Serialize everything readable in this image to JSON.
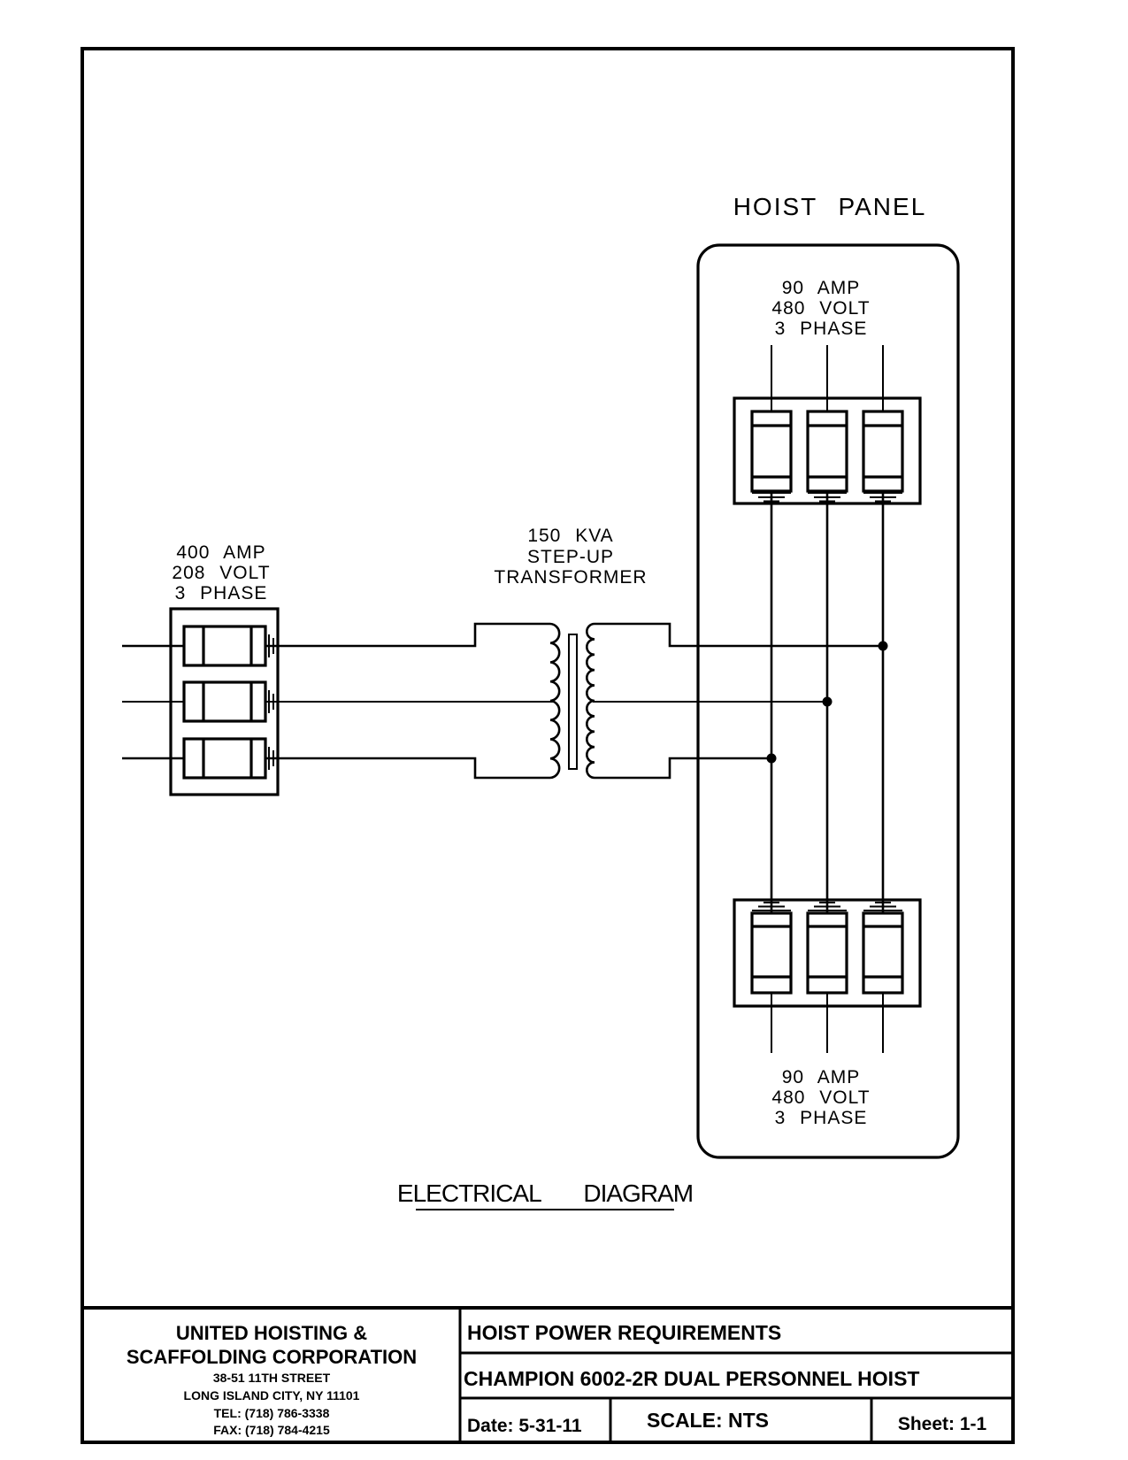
{
  "diagram": {
    "panel_title": "HOIST PANEL",
    "top_fuse": {
      "line1": "90 AMP",
      "line2": "480 VOLT",
      "line3": "3 PHASE"
    },
    "bottom_fuse": {
      "line1": "90 AMP",
      "line2": "480 VOLT",
      "line3": "3 PHASE"
    },
    "source": {
      "line1": "400 AMP",
      "line2": "208 VOLT",
      "line3": "3 PHASE"
    },
    "transformer": {
      "line1": "150 KVA",
      "line2": "STEP-UP",
      "line3": "TRANSFORMER"
    },
    "caption": "ELECTRICAL DIAGRAM"
  },
  "title_block": {
    "company_name_line1": "UNITED HOISTING &",
    "company_name_line2": "SCAFFOLDING CORPORATION",
    "address_line1": "38-51 11TH STREET",
    "address_line2": "LONG ISLAND CITY, NY  11101",
    "tel": "TEL: (718) 786-3338",
    "fax": "FAX: (718) 784-4215",
    "title": "HOIST POWER REQUIREMENTS",
    "subtitle": "CHAMPION 6002-2R DUAL PERSONNEL HOIST",
    "date": "Date: 5-31-11",
    "scale": "SCALE: NTS",
    "sheet": "Sheet: 1-1"
  },
  "colors": {
    "ink": "#000000",
    "paper": "#ffffff"
  }
}
